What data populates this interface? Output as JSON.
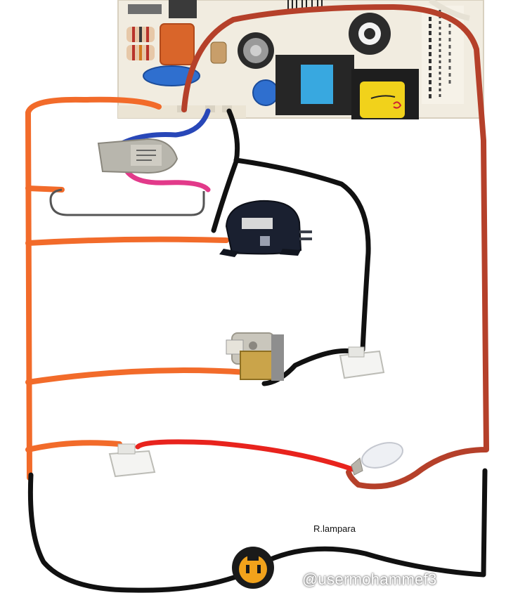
{
  "labels": {
    "lamp": "R.lampara",
    "watermark": "@usermohammef3"
  },
  "colors": {
    "board": "#f1ece0",
    "orange_wire": "#f26b2a",
    "dark_red_wire": "#b5402a",
    "black_wire": "#111111",
    "red_wire": "#e8231d",
    "blue_wire": "#2847b8",
    "pink_wire": "#e23a8a"
  },
  "components": [
    "control-board",
    "timer",
    "defrost-heater",
    "compressor",
    "fan-motor",
    "fan-door-switch",
    "lamp-door-switch",
    "lamp",
    "power-plug"
  ]
}
